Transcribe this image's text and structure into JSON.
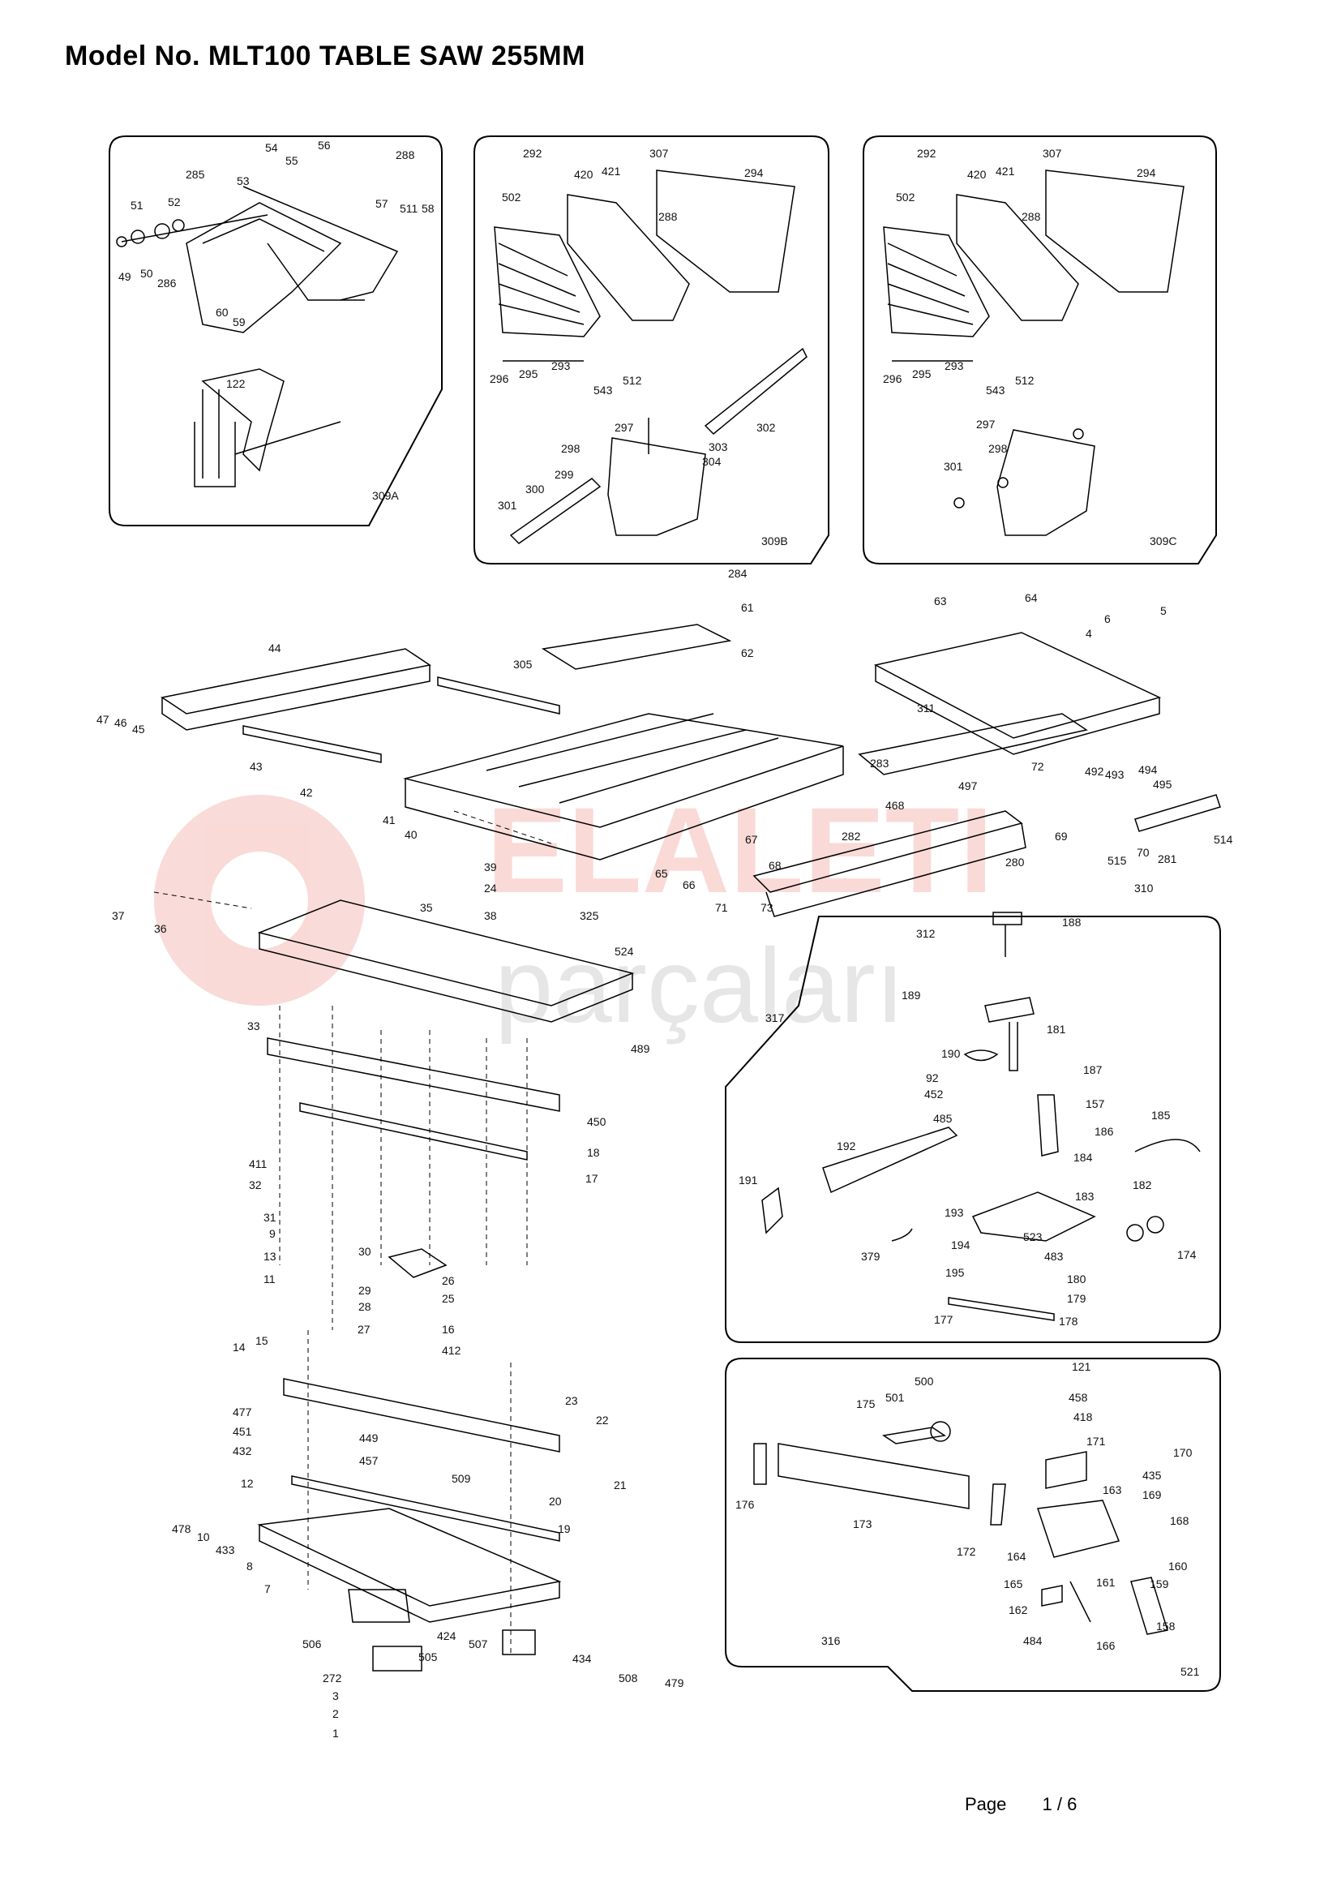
{
  "header": {
    "title": "Model No. MLT100  TABLE SAW 255MM"
  },
  "footer": {
    "page_label": "Page",
    "page_number": "1 / 6"
  },
  "watermark": {
    "line1": "ELALETI",
    "line2": "parçaları"
  },
  "assemblies": {
    "guard_a": "309A",
    "guard_b": "309B",
    "guard_c": "309C",
    "fence_rail": "310",
    "rear_rail": "312",
    "miter_gauge": "317",
    "rip_fence": "316"
  },
  "labels": {
    "p309a": [
      "54",
      "55",
      "56",
      "53",
      "285",
      "288",
      "51",
      "52",
      "57",
      "511",
      "58",
      "49",
      "50",
      "286",
      "60",
      "59",
      "122",
      "309A"
    ],
    "p309b": [
      "292",
      "420",
      "421",
      "307",
      "502",
      "294",
      "288",
      "296",
      "295",
      "293",
      "543",
      "512",
      "297",
      "302",
      "303",
      "304",
      "298",
      "299",
      "301",
      "300",
      "309B"
    ],
    "p309c": [
      "292",
      "420",
      "421",
      "307",
      "502",
      "294",
      "288",
      "296",
      "295",
      "293",
      "543",
      "512",
      "297",
      "298",
      "301",
      "309C"
    ],
    "main": [
      "284",
      "61",
      "305",
      "62",
      "63",
      "64",
      "4",
      "6",
      "5",
      "44",
      "47",
      "46",
      "45",
      "43",
      "42",
      "41",
      "40",
      "311",
      "72",
      "283",
      "468",
      "497",
      "492",
      "493",
      "494",
      "495",
      "69",
      "70",
      "281",
      "514",
      "515",
      "310",
      "39",
      "24",
      "38",
      "325",
      "65",
      "66",
      "67",
      "68",
      "282",
      "280",
      "71",
      "73",
      "312",
      "37",
      "36",
      "35",
      "524",
      "489",
      "33",
      "450",
      "18",
      "17",
      "411",
      "32",
      "31",
      "9",
      "13",
      "11",
      "30",
      "26",
      "25",
      "29",
      "28",
      "27",
      "16",
      "412",
      "15",
      "14",
      "23",
      "22",
      "477",
      "451",
      "432",
      "12",
      "449",
      "457",
      "509",
      "21",
      "20",
      "19",
      "478",
      "10",
      "433",
      "8",
      "7",
      "506",
      "505",
      "424",
      "507",
      "434",
      "508",
      "479",
      "272",
      "3",
      "2",
      "1"
    ],
    "p317": [
      "188",
      "189",
      "181",
      "317",
      "190",
      "187",
      "92",
      "452",
      "157",
      "485",
      "186",
      "185",
      "192",
      "184",
      "183",
      "191",
      "182",
      "193",
      "174",
      "379",
      "194",
      "523",
      "483",
      "195",
      "180",
      "179",
      "177",
      "178"
    ],
    "p316": [
      "121",
      "458",
      "418",
      "175",
      "501",
      "500",
      "171",
      "170",
      "435",
      "169",
      "163",
      "176",
      "173",
      "172",
      "168",
      "164",
      "160",
      "165",
      "161",
      "159",
      "162",
      "484",
      "166",
      "158",
      "521",
      "316"
    ]
  }
}
